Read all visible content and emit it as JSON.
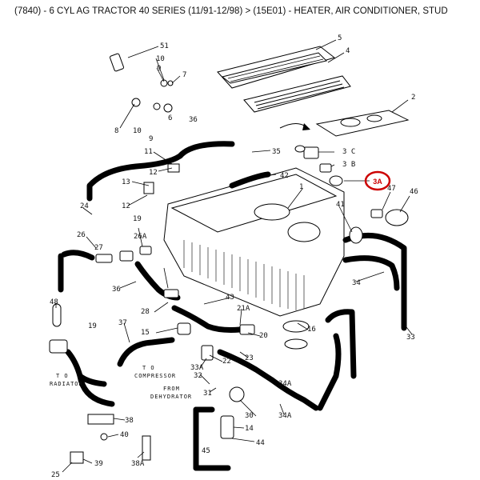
{
  "header": {
    "title": "(7840) - 6 CYL AG TRACTOR 40 SERIES (11/91-12/98) > (15E01) - HEATER, AIR CONDITIONER, STUD"
  },
  "callouts": {
    "c51": "51",
    "c10a": "10",
    "c9a": "9",
    "c7": "7",
    "c5": "5",
    "c4": "4",
    "c8": "8",
    "c10b": "10",
    "c9b": "9",
    "c6": "6",
    "c36a": "36",
    "c2": "2",
    "c3c": "3 C",
    "c35": "35",
    "c11": "11",
    "c3b": "3 B",
    "c12a": "12",
    "c42": "42",
    "c13": "13",
    "c3a": "3A",
    "c1": "1",
    "c47": "47",
    "c46": "46",
    "c24": "24",
    "c12b": "12",
    "c19": "19",
    "c26": "26",
    "c27": "27",
    "c26a": "26A",
    "c41": "41",
    "c36b": "36",
    "c34": "34",
    "c48": "48",
    "c28": "28",
    "c43": "43",
    "c21a": "21A",
    "c19b": "19",
    "c37": "37",
    "c15": "15",
    "c20": "20",
    "c16": "16",
    "c33": "33",
    "c22": "22",
    "c23": "23",
    "c33a": "33A",
    "c32": "32",
    "c31": "31",
    "c34a": "34A",
    "c38": "38",
    "c40": "40",
    "c39": "39",
    "c38a": "38A",
    "c30": "30",
    "c14": "14",
    "c45": "45",
    "c44": "44",
    "c25": "25"
  },
  "notes": {
    "to_radiator_1": "T O",
    "to_radiator_2": "RADIATOR",
    "to_compressor_1": "T O",
    "to_compressor_2": "COMPRESSOR",
    "from_dehydrator_1": "FROM",
    "from_dehydrator_2": "DEHYDRATOR"
  }
}
